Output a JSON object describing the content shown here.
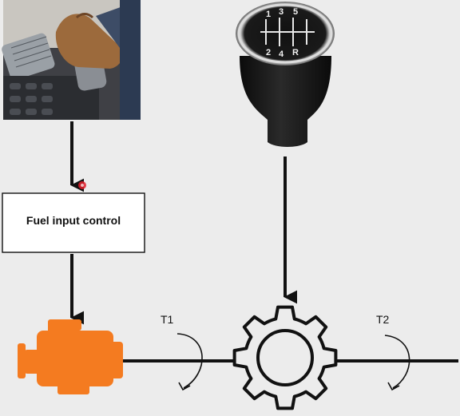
{
  "diagram": {
    "fuel_box_label": "Fuel input control",
    "torque_1_label": "T1",
    "torque_2_label": "T2",
    "shift_pattern": [
      "1",
      "3",
      "5",
      "2",
      "4",
      "R"
    ],
    "colors": {
      "engine": "#f47b20",
      "line": "#111111",
      "background": "#ececec",
      "marker": "#e21d2a"
    },
    "icons": {
      "pedal_photo": "foot-on-pedal-photo",
      "gear_knob": "gear-shift-knob-icon",
      "engine": "engine-icon",
      "gearbox": "gear-cog-icon",
      "torque_arrow": "curved-rotation-arrow-icon"
    }
  }
}
